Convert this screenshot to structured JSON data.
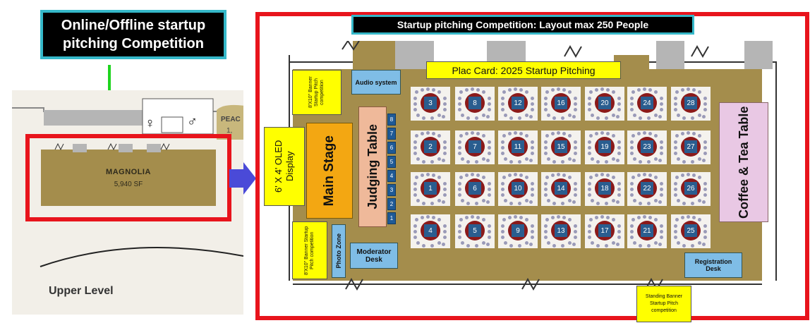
{
  "callout": {
    "line1": "Online/Offline startup",
    "line2": "pitching Competition"
  },
  "floorplan": {
    "room_name": "MAGNOLIA",
    "room_size": "5,940 SF",
    "adjacent_label": "PEAC",
    "adjacent_sub": "1,",
    "level_label": "Upper Level"
  },
  "layout": {
    "title": "Startup pitching Competition: Layout max 250 People",
    "place_card": "Plac Card: 2025 Startup Pitching",
    "audio": "Audio system",
    "banner_top": "8'X10\" Banner Startup Pitch competition",
    "banner_bottom": "8'X10\" Banner Startup Pitch competition",
    "oled": "6' X 4' OLED Display",
    "main_stage": "Main Stage",
    "judging": "Judging Table",
    "judging_slots": [
      "1",
      "2",
      "3",
      "4",
      "5",
      "6",
      "7",
      "8"
    ],
    "photo_zone": "Photo Zone",
    "moderator": "Moderator Desk",
    "coffee": "Coffee & Tea Table",
    "registration": "Registration Desk",
    "standing_banner": "Standing Banner Startup Pitch competition",
    "tables": [
      [
        "3",
        "8",
        "12",
        "16",
        "20",
        "24",
        "28"
      ],
      [
        "2",
        "7",
        "11",
        "15",
        "19",
        "23",
        "27"
      ],
      [
        "1",
        "6",
        "10",
        "14",
        "18",
        "22",
        "26"
      ],
      [
        "4",
        "5",
        "9",
        "13",
        "17",
        "21",
        "25"
      ]
    ]
  },
  "colors": {
    "frame_red": "#e8141c",
    "callout_border": "#35b8c9",
    "room_brown": "#a48d4c",
    "stage_orange": "#f3a712",
    "yellow": "#ffff00",
    "blue_box": "#7fbde6",
    "judging_peach": "#efb99a",
    "coffee_pink": "#e9c8e4",
    "arrow_green": "#1fd41f",
    "arrow_blue": "#4a4ad8"
  }
}
